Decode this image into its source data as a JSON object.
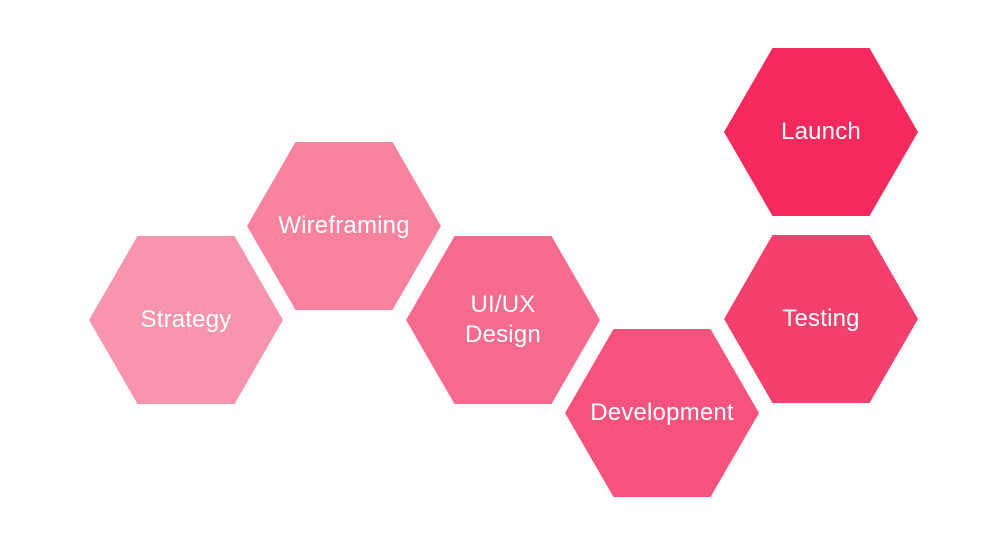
{
  "steps": [
    {
      "label": "Strategy",
      "color": "#f895ac"
    },
    {
      "label": "Wireframing",
      "color": "#f9829f"
    },
    {
      "label": "UI/UX\nDesign",
      "color": "#f76b8f"
    },
    {
      "label": "Development",
      "color": "#f7537c"
    },
    {
      "label": "Testing",
      "color": "#f53f6c"
    },
    {
      "label": "Launch",
      "color": "#f52a5c"
    }
  ]
}
